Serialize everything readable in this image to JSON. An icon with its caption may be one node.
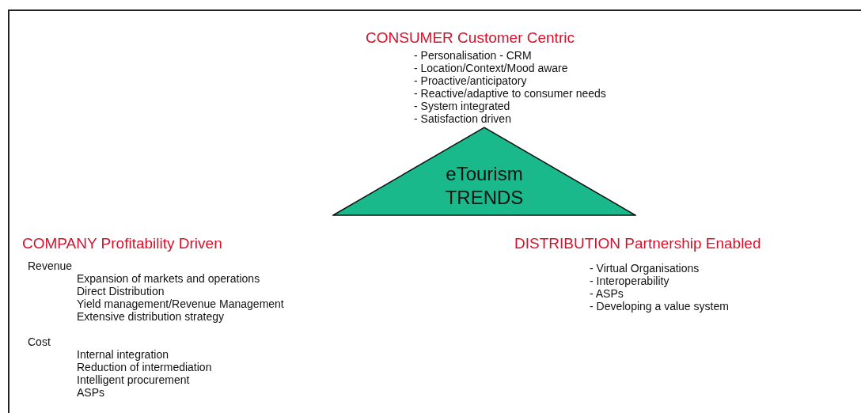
{
  "diagram": {
    "nodes": [
      {
        "text": [
          "eTourism TRENDS"
        ]
      }
    ],
    "edges": [],
    "labels": [
      "CONSUMER Customer Centric",
      "- Personalisation - CRM",
      "- Location/Context/Mood aware",
      "- Proactive/anticipatory",
      "- Reactive/adaptive to consumer needs",
      "- System integrated",
      "- Satisfaction driven",
      "COMPANY Profitability Driven",
      "Revenue",
      "Expansion of markets and operations",
      "Direct Distribution",
      "Yield management/Revenue Management",
      "Extensive distribution strategy",
      "Cost",
      "Internal integration",
      "Reduction of intermediation",
      "Intelligent procurement",
      "ASPs",
      "DISTRIBUTION Partnership Enabled",
      "- Virtual Organisations",
      "- Interoperability",
      "- ASPs",
      "- Developing a value system"
    ]
  }
}
